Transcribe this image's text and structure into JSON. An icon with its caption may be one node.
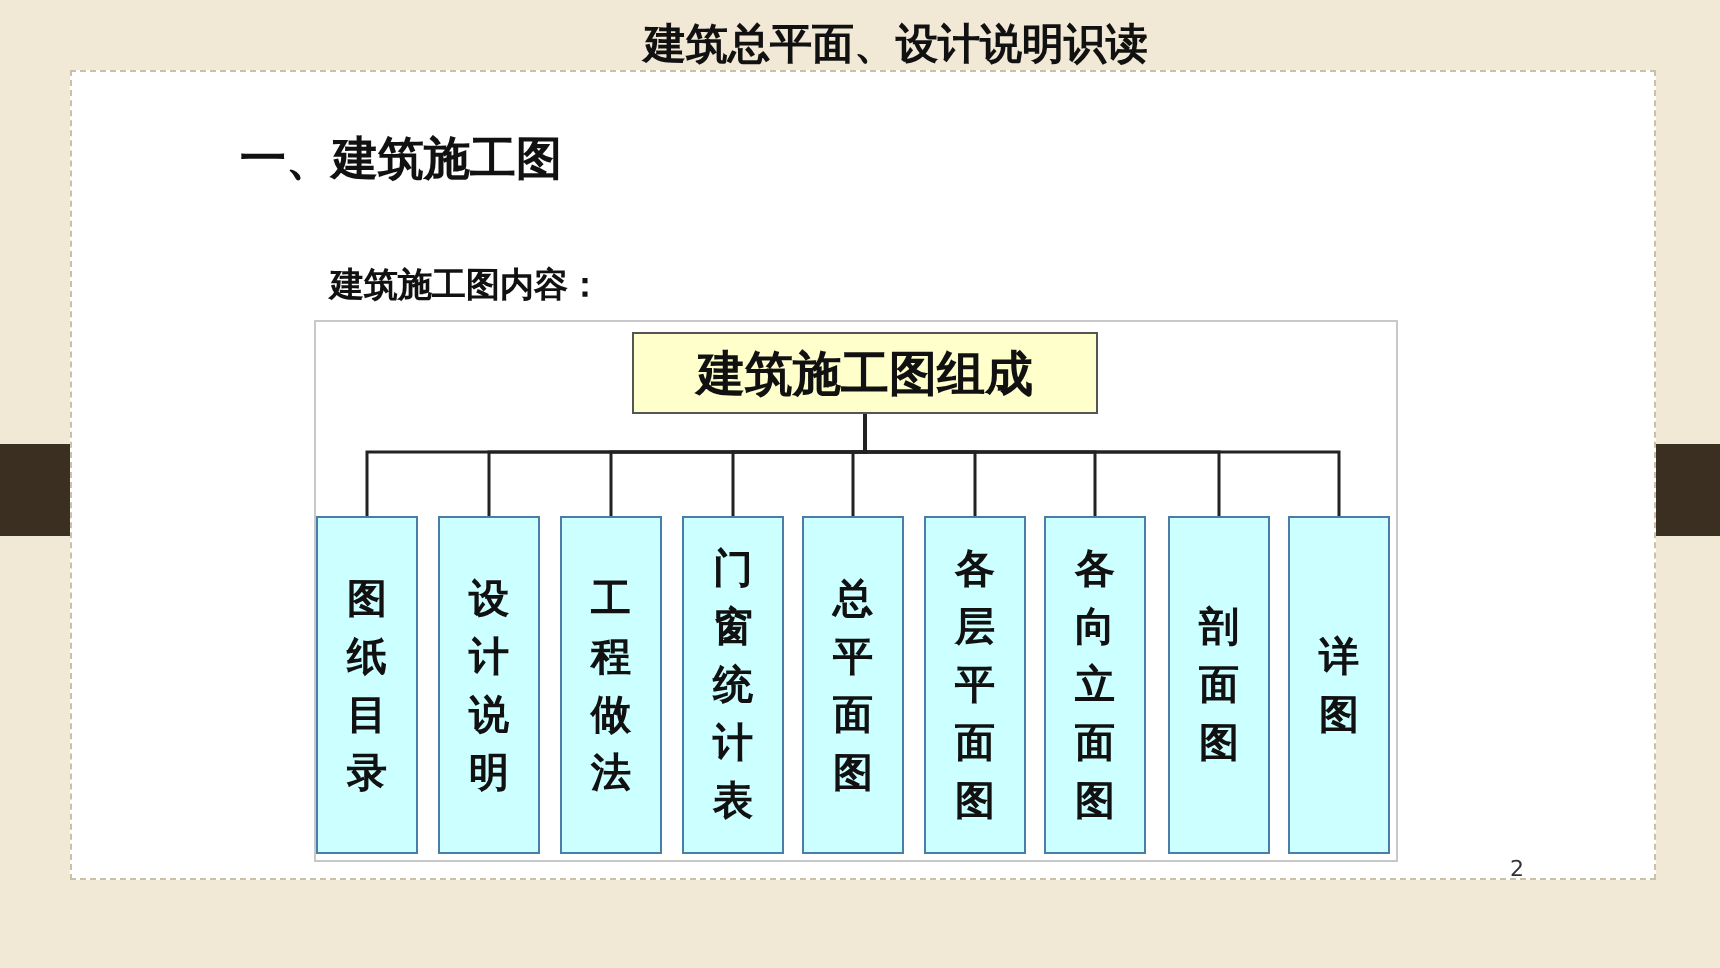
{
  "diagram": {
    "title": "建筑总平面、设计说明识读",
    "nodes": [
      {
        "text": [
          "建筑施工图组成"
        ]
      },
      {
        "text": [
          "图纸目录"
        ]
      },
      {
        "text": [
          "设计说明"
        ]
      },
      {
        "text": [
          "工程做法"
        ]
      },
      {
        "text": [
          "门窗统计表"
        ]
      },
      {
        "text": [
          "总平面图"
        ]
      },
      {
        "text": [
          "各层平面图"
        ]
      },
      {
        "text": [
          "各向立面图"
        ]
      },
      {
        "text": [
          "剖面图"
        ]
      },
      {
        "text": [
          "详图"
        ]
      }
    ],
    "edges": [
      {
        "from": 0,
        "to": 1,
        "arrow": "none"
      },
      {
        "from": 0,
        "to": 2,
        "arrow": "none"
      },
      {
        "from": 0,
        "to": 3,
        "arrow": "none"
      },
      {
        "from": 0,
        "to": 4,
        "arrow": "none"
      },
      {
        "from": 0,
        "to": 5,
        "arrow": "none"
      },
      {
        "from": 0,
        "to": 6,
        "arrow": "none"
      },
      {
        "from": 0,
        "to": 7,
        "arrow": "none"
      },
      {
        "from": 0,
        "to": 8,
        "arrow": "none"
      },
      {
        "from": 0,
        "to": 9,
        "arrow": "none"
      }
    ],
    "labels": [
      "一、建筑施工图",
      "建筑施工图内容：",
      "2"
    ]
  }
}
